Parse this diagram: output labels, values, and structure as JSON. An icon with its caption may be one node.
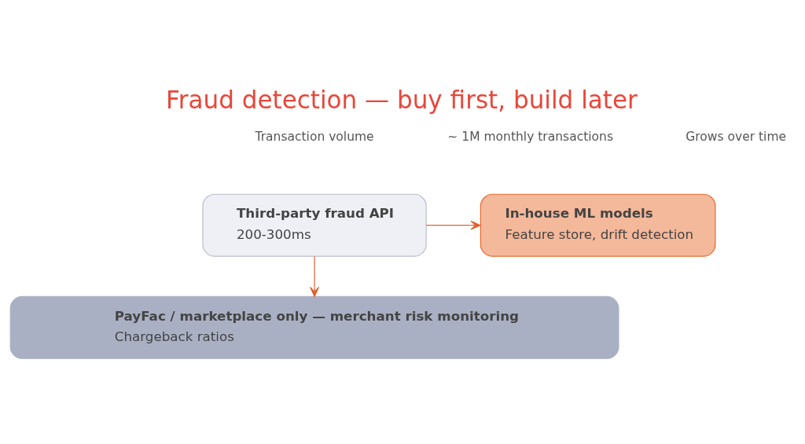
{
  "diagram": {
    "title": "Fraud detection — buy first, build later",
    "nodes": [
      {
        "text": [
          "Third-party fraud API",
          "200-300ms"
        ]
      },
      {
        "text": [
          "In-house ML models",
          "Feature store, drift detection"
        ]
      },
      {
        "text": [
          "PayFac / marketplace only — merchant risk monitoring",
          "Chargeback ratios"
        ]
      }
    ],
    "edges": [
      {
        "from": 0,
        "to": 1,
        "arrow": "to"
      },
      {
        "from": 0,
        "to": 2,
        "arrow": "to"
      }
    ],
    "labels": [
      "Transaction volume",
      "~ 1M monthly transactions",
      "Grows over time"
    ]
  }
}
